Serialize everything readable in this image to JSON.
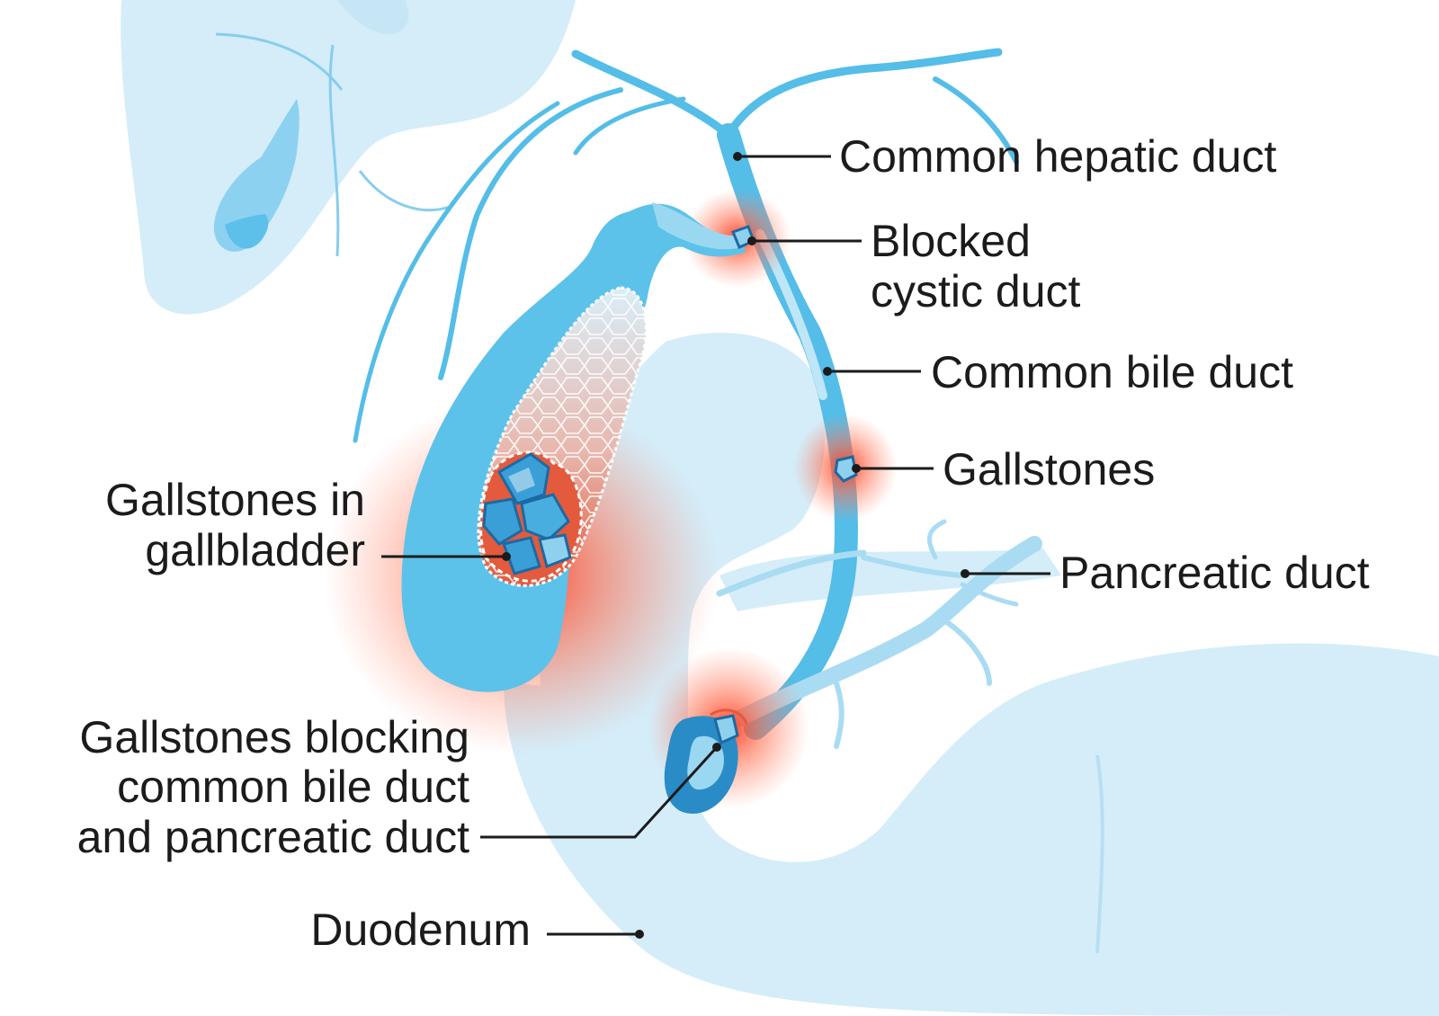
{
  "labels": {
    "common_hepatic_duct": "Common hepatic duct",
    "blocked_cystic_duct_line1": "Blocked",
    "blocked_cystic_duct_line2": "cystic duct",
    "common_bile_duct": "Common bile duct",
    "gallstones": "Gallstones",
    "pancreatic_duct": "Pancreatic duct",
    "gallstones_in_gallbladder_line1": "Gallstones in",
    "gallstones_in_gallbladder_line2": "gallbladder",
    "gallstones_blocking_line1": "Gallstones blocking",
    "gallstones_blocking_line2": "common bile duct",
    "gallstones_blocking_line3": "and pancreatic duct",
    "duodenum": "Duodenum"
  },
  "colors": {
    "organ_light": "#d4edf9",
    "duct_blue": "#54bde8",
    "gallbladder_blue": "#5cc2ea",
    "stone_blue": "#3a9fd6",
    "stone_edge": "#1c6aa3",
    "inflammation": "#ff4a2e",
    "text": "#1b1b1b"
  }
}
